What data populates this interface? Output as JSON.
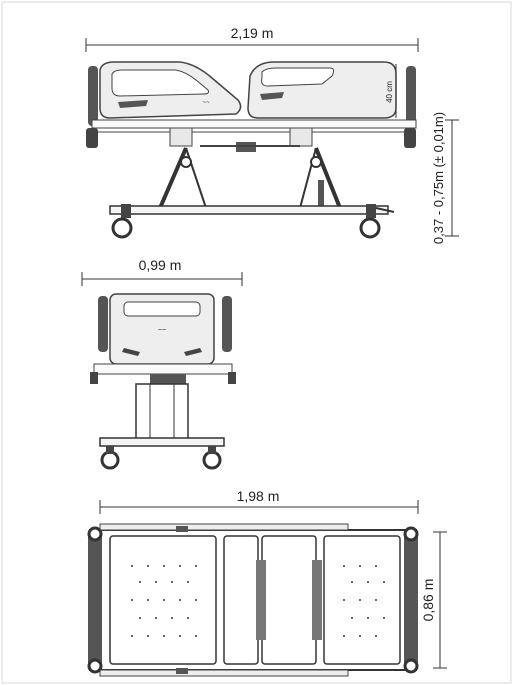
{
  "side_view": {
    "length_label": "2,19 m",
    "rail_height_label": "40 cm",
    "height_range_label": "0,37 - 0,75m (± 0,01m)"
  },
  "end_view": {
    "width_label": "0,99 m"
  },
  "top_view": {
    "length_label": "1,98 m",
    "width_label": "0,86 m"
  }
}
